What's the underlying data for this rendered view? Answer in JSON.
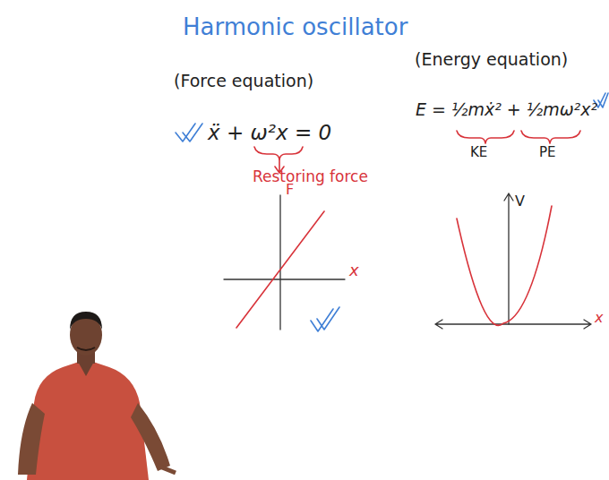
{
  "diagram": {
    "title": "Harmonic oscillator",
    "labels": [
      "(Force equation)",
      "(Energy equation)",
      "ẍ + ω²x = 0",
      "E = ½mẋ² + ½mω²x²",
      "Restoring force",
      "KE",
      "PE",
      "F",
      "x",
      "V",
      "x"
    ]
  }
}
